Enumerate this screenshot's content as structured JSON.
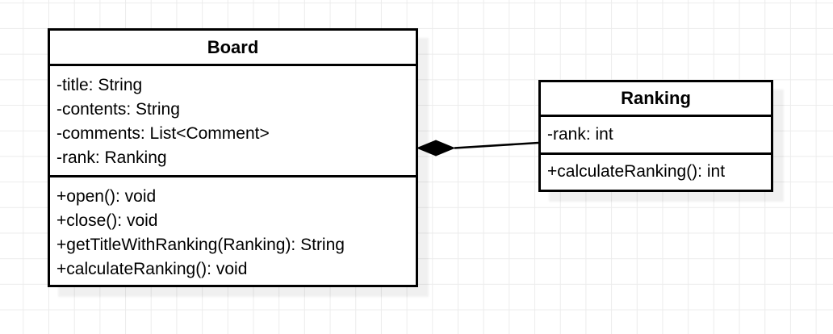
{
  "canvas": {
    "background_color": "#ffffff",
    "grid_color": "#ececec",
    "line_color": "#000000"
  },
  "classes": [
    {
      "name": "Board",
      "attributes": [
        "-title: String",
        "-contents: String",
        "-comments: List<Comment>",
        "-rank: Ranking"
      ],
      "methods": [
        "+open(): void",
        "+close(): void",
        "+getTitleWithRanking(Ranking): String",
        "+calculateRanking(): void"
      ]
    },
    {
      "name": "Ranking",
      "attributes": [
        "-rank: int"
      ],
      "methods": [
        "+calculateRanking(): int"
      ]
    }
  ],
  "relationships": [
    {
      "type": "composition",
      "whole": "Board",
      "part": "Ranking",
      "diamond_color": "#000000"
    }
  ]
}
